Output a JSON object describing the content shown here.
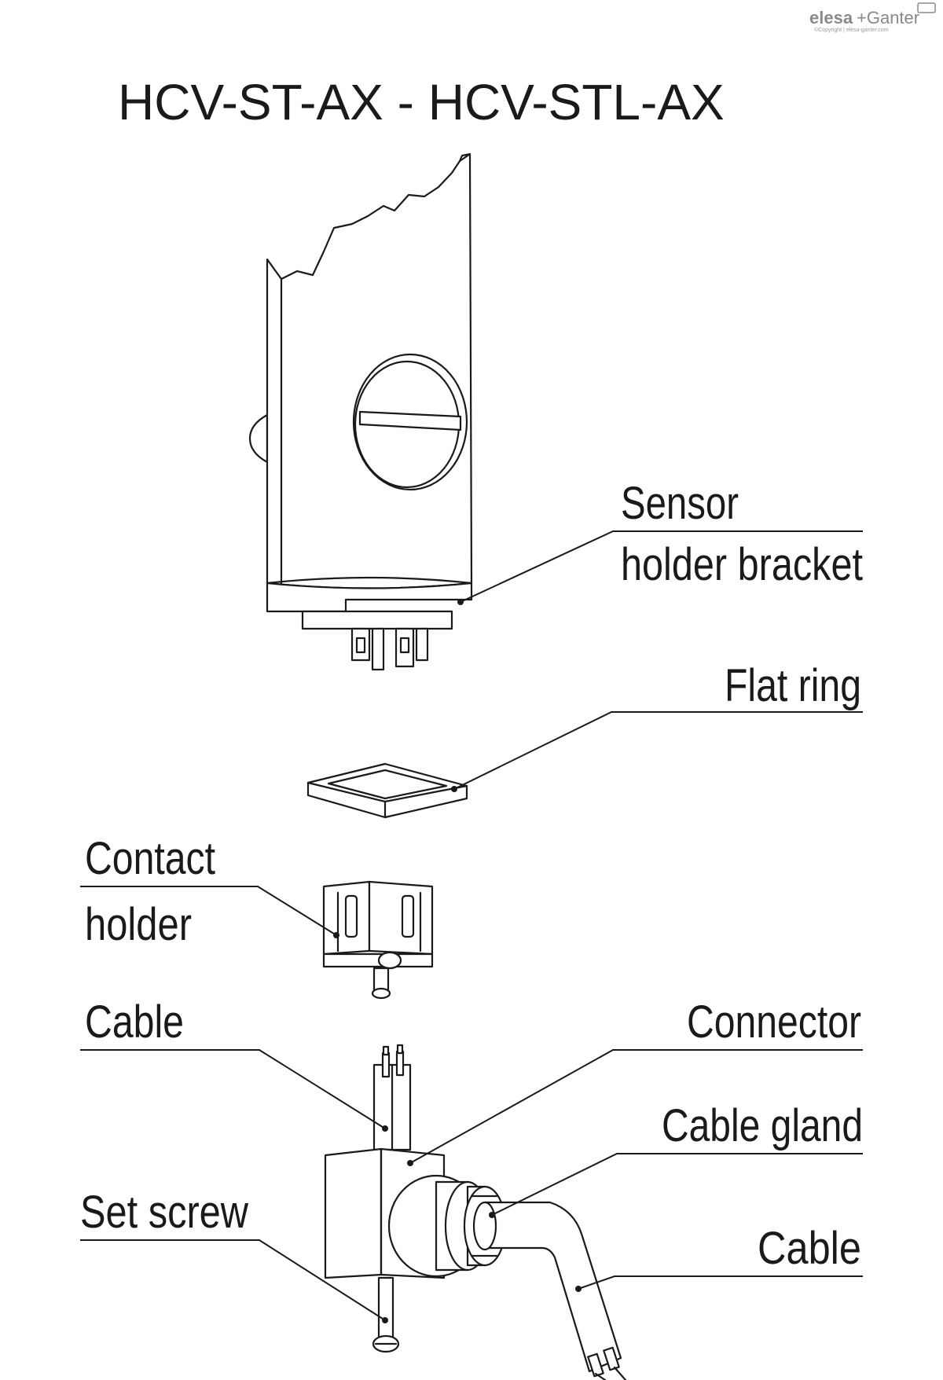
{
  "brand": {
    "logo_left": "elesa",
    "logo_right": "+Ganter",
    "copyright": "©Copyright | elesa-ganter.com"
  },
  "title": "HCV-ST-AX - HCV-STL-AX",
  "labels": {
    "sensor_line1": "Sensor",
    "sensor_line2": "holder bracket",
    "flat_ring": "Flat ring",
    "contact_line1": "Contact",
    "contact_line2": "holder",
    "cable_top": "Cable",
    "connector": "Connector",
    "cable_gland": "Cable gland",
    "set_screw": "Set screw",
    "cable_bottom": "Cable"
  }
}
